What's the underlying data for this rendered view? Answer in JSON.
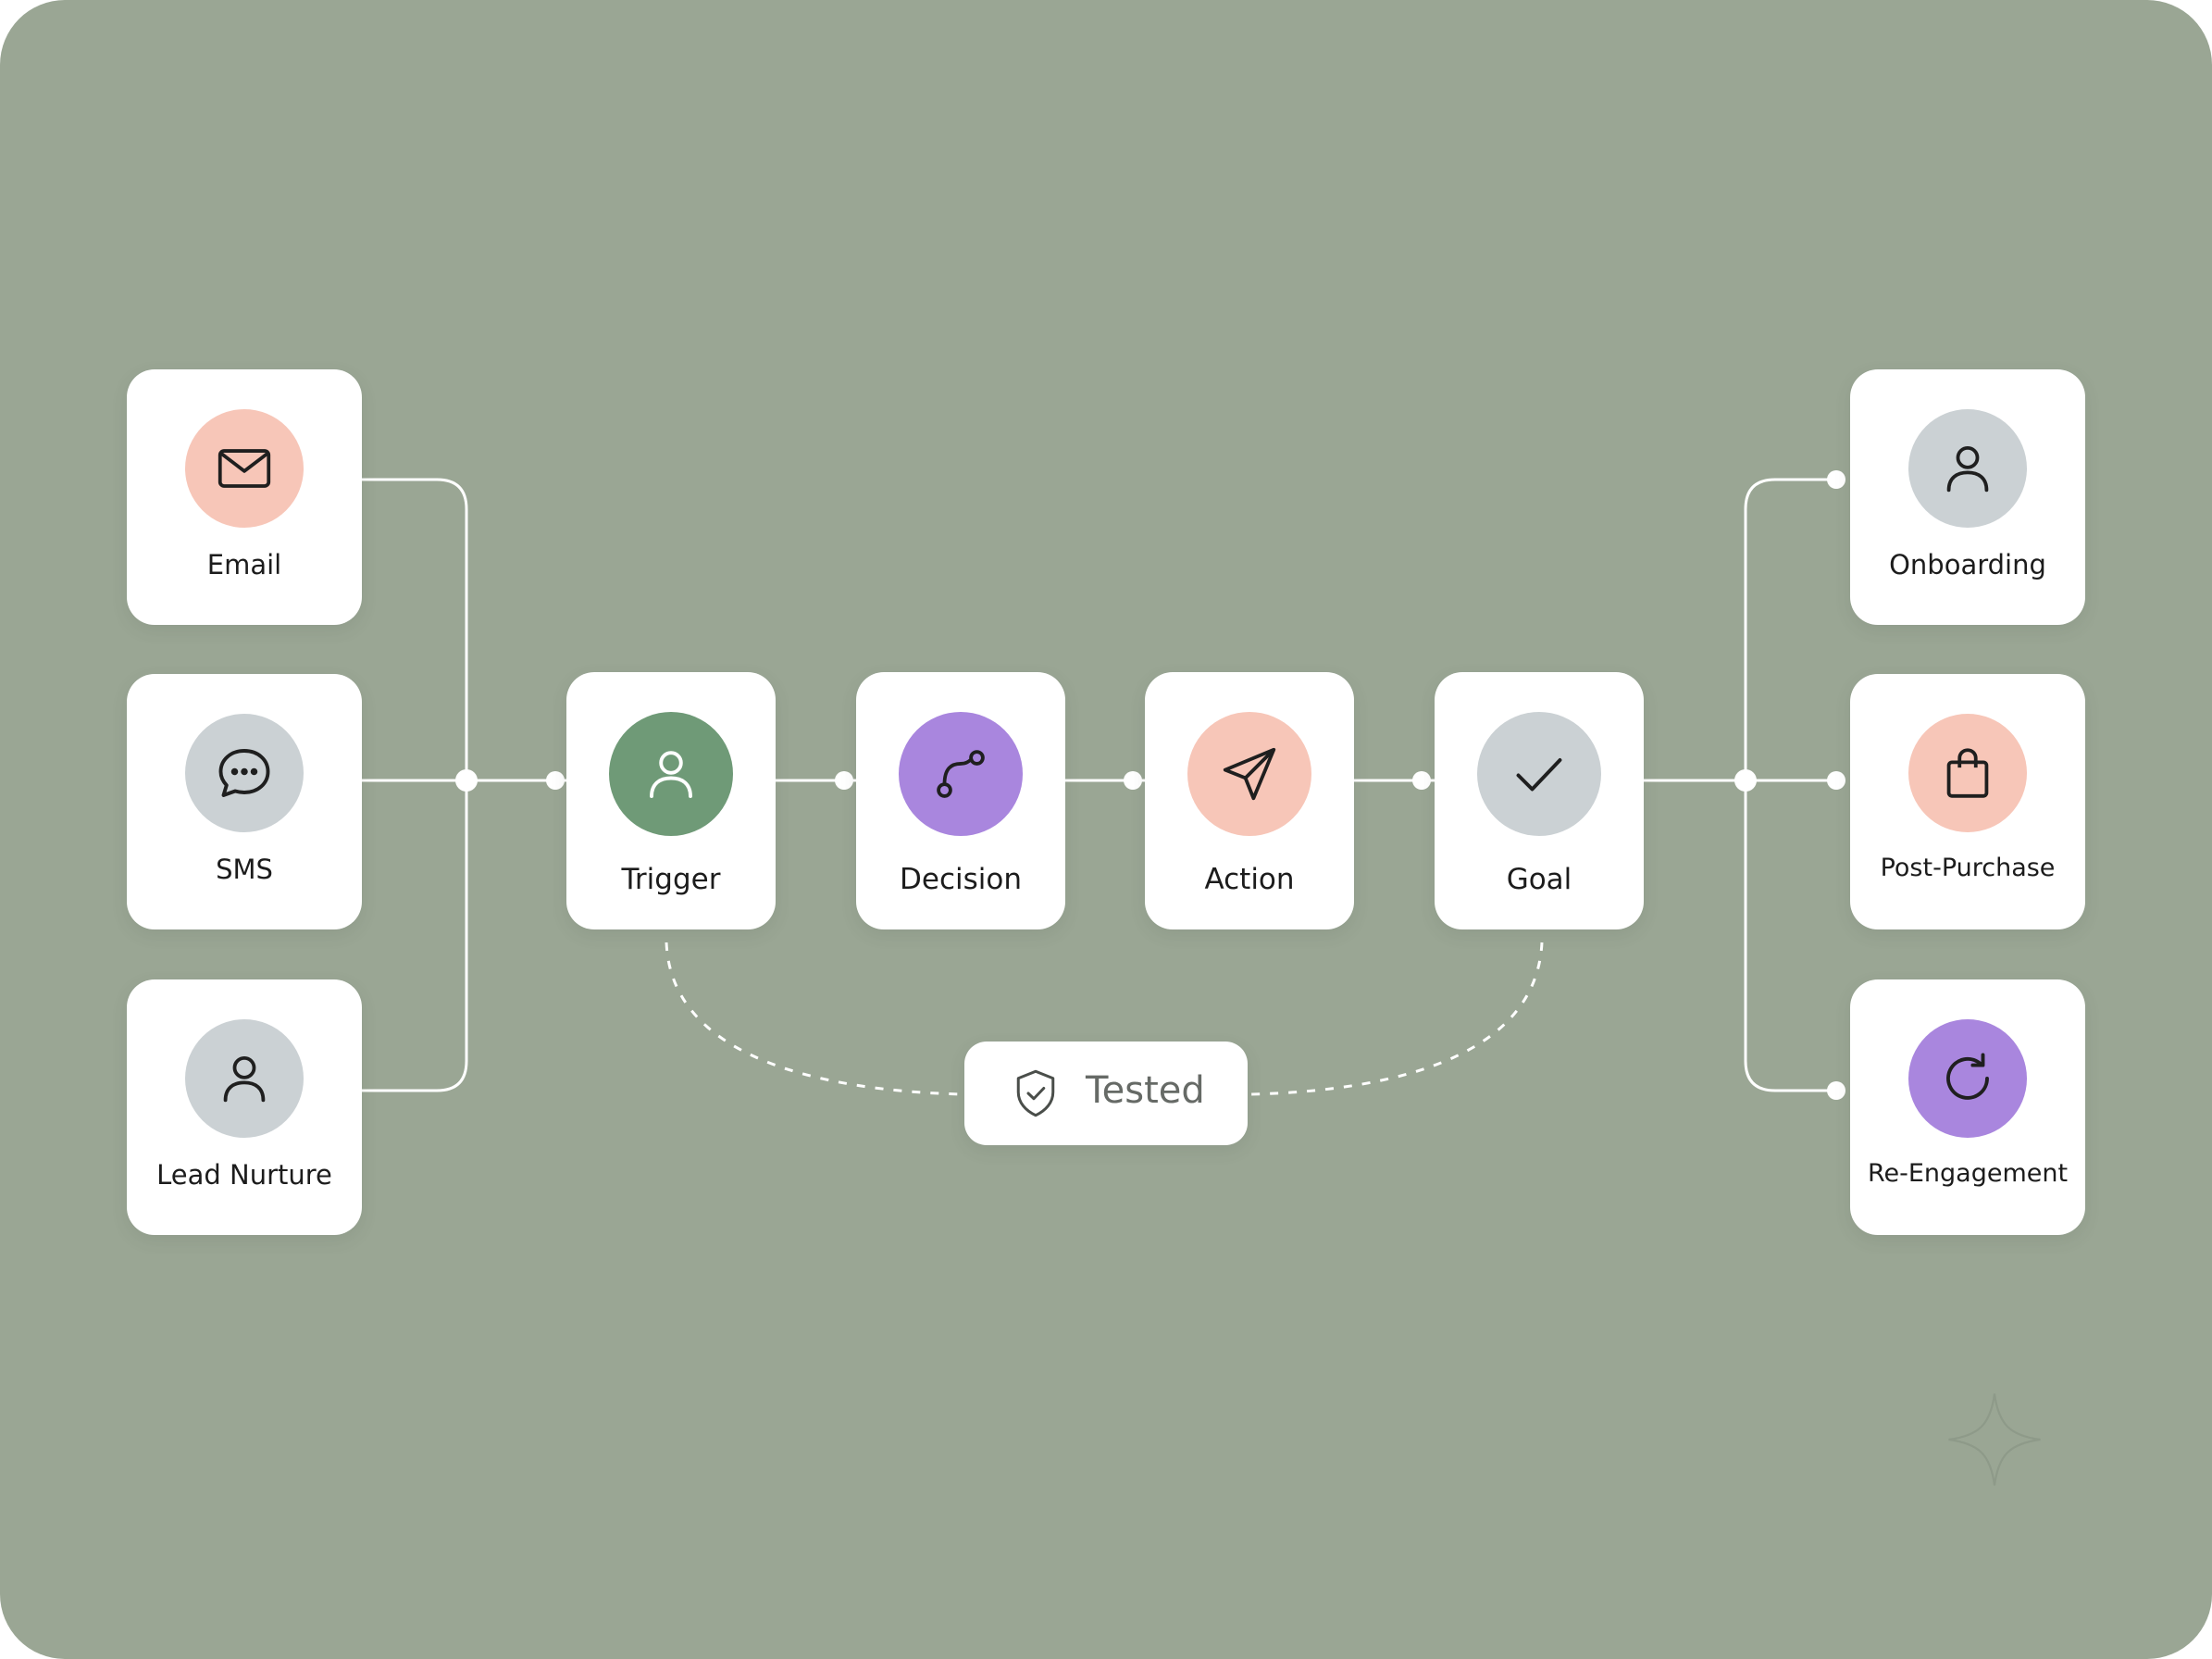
{
  "colors": {
    "background": "#9aa694",
    "card": "#ffffff",
    "wire": "#ffffff",
    "peach": "#f7c6b8",
    "gray": "#cbd1d4",
    "green": "#6f9a77",
    "purple": "#a986de"
  },
  "sources": [
    {
      "label": "Email",
      "icon": "envelope-icon",
      "color": "peach"
    },
    {
      "label": "SMS",
      "icon": "chat-bubble-icon",
      "color": "gray"
    },
    {
      "label": "Lead Nurture",
      "icon": "person-icon",
      "color": "gray"
    }
  ],
  "flow": [
    {
      "label": "Trigger",
      "icon": "person-icon",
      "color": "green"
    },
    {
      "label": "Decision",
      "icon": "branch-icon",
      "color": "purple"
    },
    {
      "label": "Action",
      "icon": "paper-plane-icon",
      "color": "peach"
    },
    {
      "label": "Goal",
      "icon": "checkmark-icon",
      "color": "gray"
    }
  ],
  "outcomes": [
    {
      "label": "Onboarding",
      "icon": "person-icon",
      "color": "gray"
    },
    {
      "label": "Post-Purchase",
      "icon": "shopping-bag-icon",
      "color": "peach"
    },
    {
      "label": "Re-Engagement",
      "icon": "refresh-icon",
      "color": "purple"
    }
  ],
  "badge": {
    "label": "Tested",
    "icon": "shield-check-icon"
  }
}
